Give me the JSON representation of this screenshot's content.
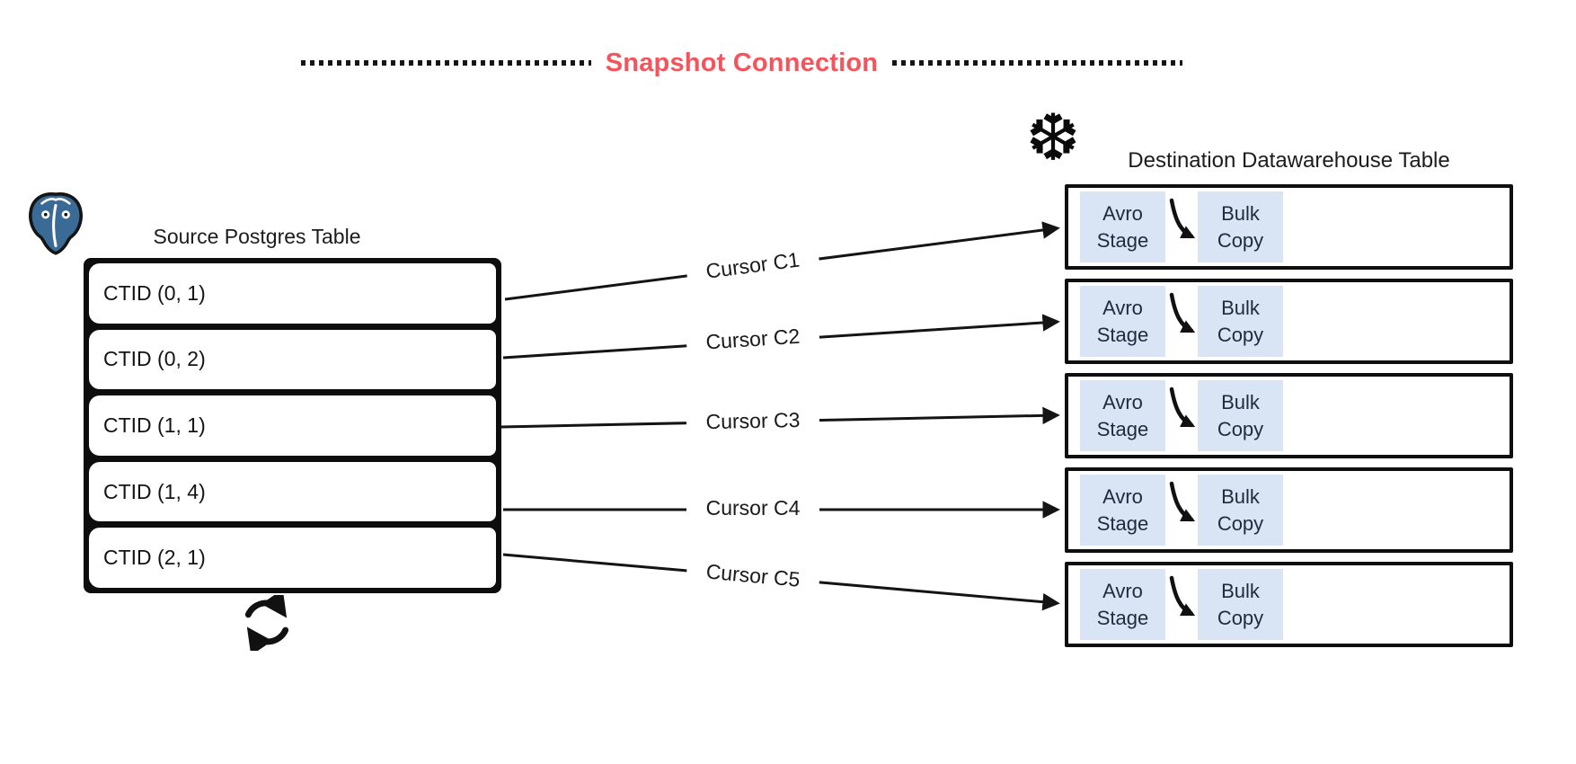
{
  "header": {
    "title": "Snapshot Connection"
  },
  "source": {
    "icon": "postgresql-logo",
    "label": "Source Postgres Table",
    "rows": [
      "CTID (0, 1)",
      "CTID (0, 2)",
      "CTID (1, 1)",
      "CTID (1, 4)",
      "CTID (2, 1)"
    ],
    "loop_icon": "refresh-cycle-icon"
  },
  "connections": [
    {
      "label": "Cursor C1"
    },
    {
      "label": "Cursor C2"
    },
    {
      "label": "Cursor C3"
    },
    {
      "label": "Cursor C4"
    },
    {
      "label": "Cursor C5"
    }
  ],
  "destination": {
    "icon": "snowflake-icon",
    "snowflake_glyph": "❆",
    "label": "Destination Datawarehouse Table",
    "rows": [
      {
        "stage": "Avro Stage",
        "copy": "Bulk Copy"
      },
      {
        "stage": "Avro Stage",
        "copy": "Bulk Copy"
      },
      {
        "stage": "Avro Stage",
        "copy": "Bulk Copy"
      },
      {
        "stage": "Avro Stage",
        "copy": "Bulk Copy"
      },
      {
        "stage": "Avro Stage",
        "copy": "Bulk Copy"
      }
    ]
  },
  "colors": {
    "accent_title": "#f4545c",
    "stage_chip_fill": "#d9e5f4",
    "stage_chip_text": "#1d2c3c",
    "postgres_blue": "#3a6b96",
    "line_black": "#141414"
  }
}
